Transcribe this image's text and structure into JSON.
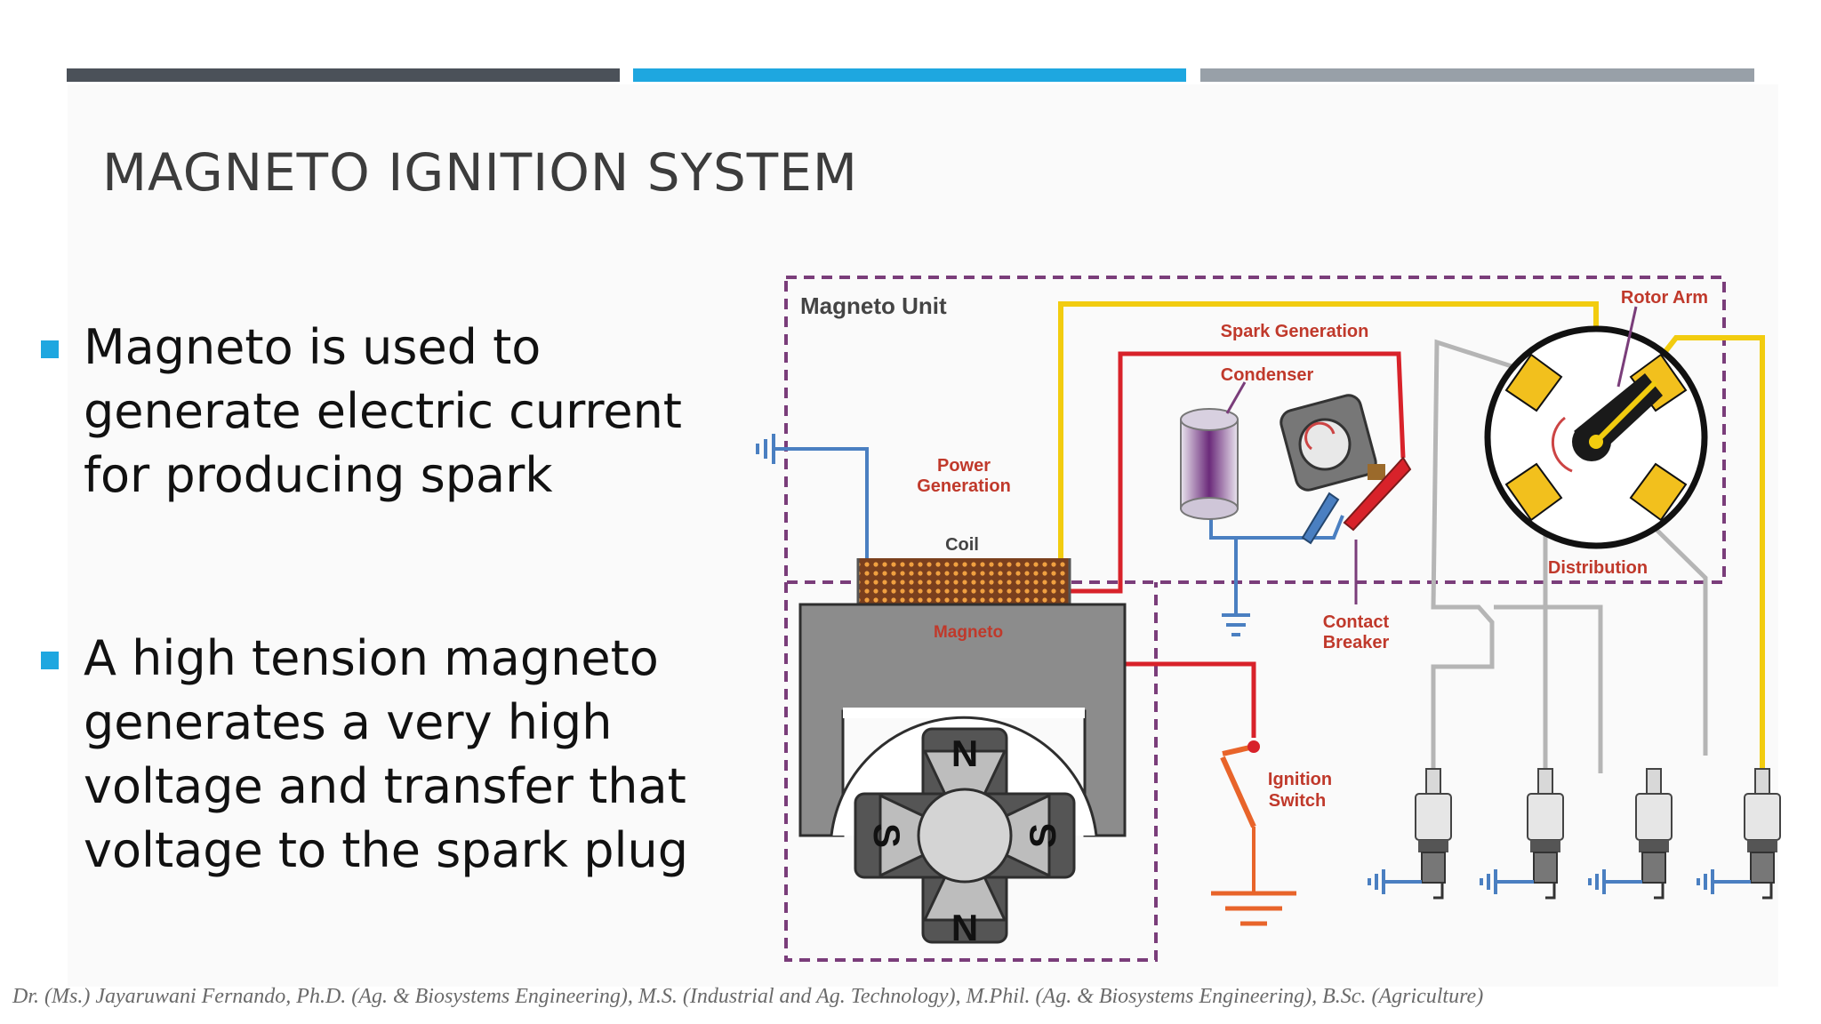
{
  "slide": {
    "title": "MAGNETO IGNITION SYSTEM",
    "accent_colors": [
      "#4b5159",
      "#1ea7e0",
      "#98a0a8"
    ],
    "bullets": [
      {
        "lines": [
          "Magneto is used to",
          "generate electric current",
          "for producing spark"
        ]
      },
      {
        "lines": [
          "A high tension magneto",
          "generates a very high",
          "voltage and transfer that",
          "voltage to the spark plug"
        ]
      }
    ],
    "footer": "Dr. (Ms.) Jayaruwani Fernando, Ph.D. (Ag. & Biosystems Engineering), M.S. (Industrial and Ag. Technology), M.Phil. (Ag. & Biosystems Engineering), B.Sc. (Agriculture)"
  },
  "diagram": {
    "labels": {
      "magneto_unit": "Magneto Unit",
      "spark_generation": "Spark Generation",
      "rotor_arm": "Rotor Arm",
      "condenser": "Condenser",
      "power": "Power",
      "generation": "Generation",
      "coil": "Coil",
      "magneto": "Magneto",
      "distribution": "Distribution",
      "contact": "Contact",
      "breaker": "Breaker",
      "ignition": "Ignition",
      "switch": "Switch",
      "pole_n": "N",
      "pole_s": "S"
    },
    "colors": {
      "boundary": "#7a3d7a",
      "high_tension_wire": "#f2cc0f",
      "primary_wire": "#d8222a",
      "ground_wire": "#4a7fc1",
      "plug_lead": "#b5b5b5",
      "ignition_switch": "#e8642a",
      "magneto_body": "#8c8c8c"
    },
    "icons": [
      "ground-symbol-icon",
      "spark-plug-icon",
      "condenser-icon",
      "contact-breaker-icon",
      "rotor-arm-icon"
    ]
  }
}
